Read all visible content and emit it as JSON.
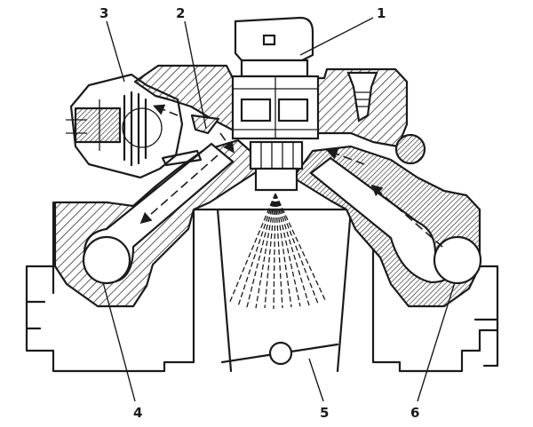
{
  "labels": {
    "l1": "1",
    "l2": "2",
    "l3": "3",
    "l4": "4",
    "l5": "5",
    "l6": "6"
  },
  "colors": {
    "ink": "#1b1b1b",
    "paper": "#ffffff"
  }
}
